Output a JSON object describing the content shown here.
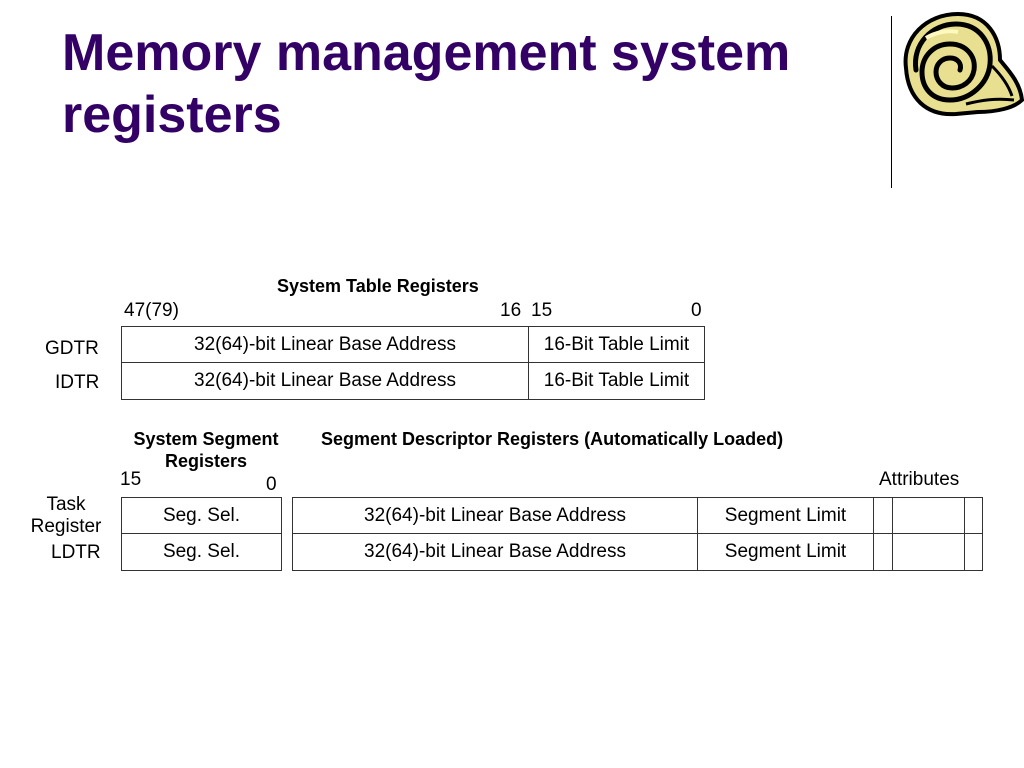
{
  "slide": {
    "title_line1": "Memory management system",
    "title_line2": "registers",
    "logo_icon": "spiral-shell-icon",
    "accent_color": "#330066"
  },
  "diagram": {
    "system_table": {
      "header": "System Table Registers",
      "bit_high": "47(79)",
      "bit_16": "16",
      "bit_15": "15",
      "bit_0": "0",
      "rows": [
        {
          "label": "GDTR",
          "base": "32(64)-bit Linear Base Address",
          "limit": "16-Bit Table Limit"
        },
        {
          "label": "IDTR",
          "base": "32(64)-bit Linear Base Address",
          "limit": "16-Bit Table Limit"
        }
      ]
    },
    "system_segment": {
      "header_line1": "System Segment",
      "header_line2": "Registers",
      "bit_15": "15",
      "bit_0": "0",
      "rows": [
        {
          "label_line1": "Task",
          "label_line2": "Register",
          "selector": "Seg. Sel."
        },
        {
          "label_line1": "LDTR",
          "label_line2": "",
          "selector": "Seg. Sel."
        }
      ]
    },
    "descriptor": {
      "header": "Segment Descriptor Registers (Automatically Loaded)",
      "attributes_label": "Attributes",
      "rows": [
        {
          "base": "32(64)-bit Linear Base Address",
          "limit": "Segment Limit"
        },
        {
          "base": "32(64)-bit Linear Base Address",
          "limit": "Segment Limit"
        }
      ]
    }
  }
}
